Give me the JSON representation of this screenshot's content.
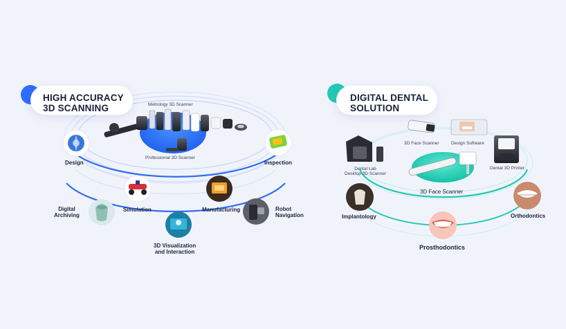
{
  "left_panel": {
    "title_line1": "HIGH ACCURACY",
    "title_line2": "3D SCANNING",
    "center_top_label": "Metrology 3D Scanner",
    "center_bottom_label": "Professional 3D Scanner",
    "applications": {
      "design": "Design",
      "inspection": "Inspection",
      "simulation": "Simulation",
      "manufacturing": "Manufacturing",
      "digital_archiving_1": "Digital",
      "digital_archiving_2": "Archiving",
      "robot_navigation_1": "Robot",
      "robot_navigation_2": "Navigation",
      "visualization_1": "3D Visualization",
      "visualization_2": "and Interaction"
    },
    "accent_color": "#2f6dff"
  },
  "right_panel": {
    "title_line1": "DIGITAL DENTAL",
    "title_line2": "SOLUTION",
    "center_label": "3D Face Scanner",
    "products": {
      "face_scanner": "3D Face Scanner",
      "design_software": "Design Software",
      "lab_scanner_1": "Dental Lab",
      "lab_scanner_2": "Desktop 3D Scanner",
      "printer": "Dental 3D Printer"
    },
    "applications": {
      "implantology": "Implantology",
      "orthodontics": "Orthodontics",
      "prosthodontics": "Prosthodontics"
    },
    "accent_color": "#22c9b4"
  }
}
